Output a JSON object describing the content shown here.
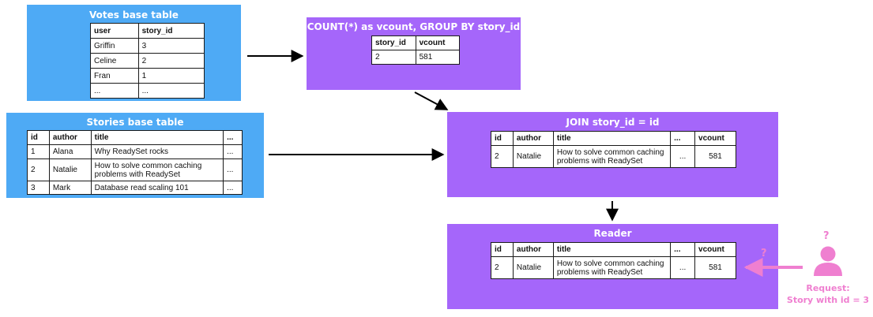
{
  "votes": {
    "title": "Votes base table",
    "headers": [
      "user",
      "story_id"
    ],
    "rows": [
      [
        "Griffin",
        "3"
      ],
      [
        "Celine",
        "2"
      ],
      [
        "Fran",
        "1"
      ],
      [
        "...",
        "..."
      ]
    ]
  },
  "stories": {
    "title": "Stories base table",
    "headers": [
      "id",
      "author",
      "title",
      "..."
    ],
    "rows": [
      [
        "1",
        "Alana",
        "Why ReadySet rocks",
        "..."
      ],
      [
        "2",
        "Natalie",
        "How to solve common caching problems with ReadySet",
        "..."
      ],
      [
        "3",
        "Mark",
        "Database read scaling 101",
        "..."
      ]
    ]
  },
  "count": {
    "title": "COUNT(*) as vcount, GROUP BY story_id",
    "headers": [
      "story_id",
      "vcount"
    ],
    "rows": [
      [
        "2",
        "581"
      ]
    ]
  },
  "join": {
    "title": "JOIN story_id = id",
    "headers": [
      "id",
      "author",
      "title",
      "...",
      "vcount"
    ],
    "rows": [
      [
        "2",
        "Natalie",
        "How to solve common caching problems with ReadySet",
        "...",
        "581"
      ]
    ]
  },
  "reader": {
    "title": "Reader",
    "headers": [
      "id",
      "author",
      "title",
      "...",
      "vcount"
    ],
    "rows": [
      [
        "2",
        "Natalie",
        "How to solve common caching problems with ReadySet",
        "...",
        "581"
      ]
    ]
  },
  "request": {
    "question_top": "?",
    "question_arrow": "?",
    "line1": "Request:",
    "line2": "Story with id = 3"
  },
  "colors": {
    "base_table": "#4eaaf5",
    "operator": "#a566fa",
    "request": "#ef7fd0",
    "arrow": "#000000"
  }
}
